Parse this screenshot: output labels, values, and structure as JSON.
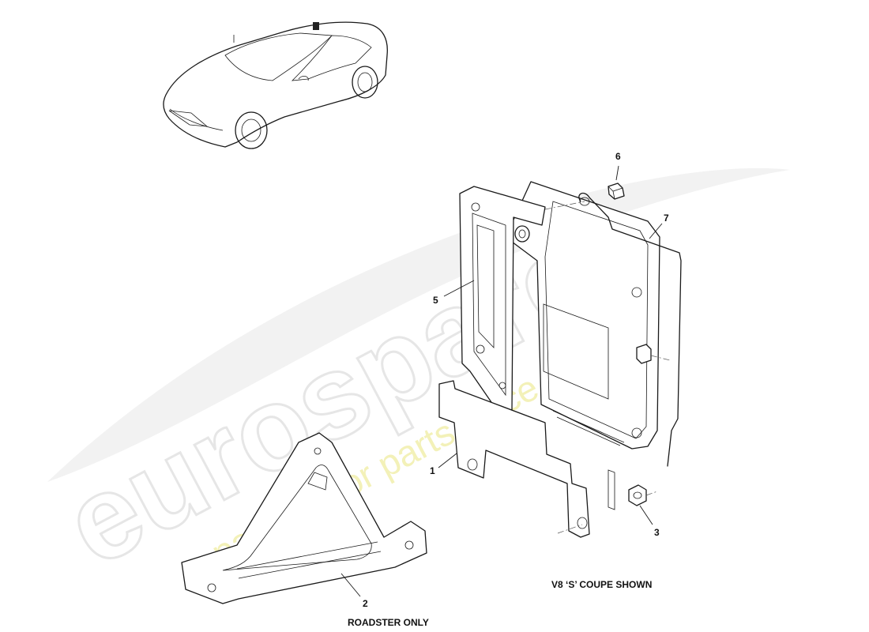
{
  "watermark": {
    "brand": "eurospares",
    "tagline": "a passion for parts since 1985"
  },
  "callouts": {
    "c1": "1",
    "c2": "2",
    "c3": "3",
    "c5": "5",
    "c6": "6",
    "c7": "7"
  },
  "captions": {
    "coupe": "V8 ‘S’ COUPE SHOWN",
    "roadster": "ROADSTER ONLY"
  }
}
